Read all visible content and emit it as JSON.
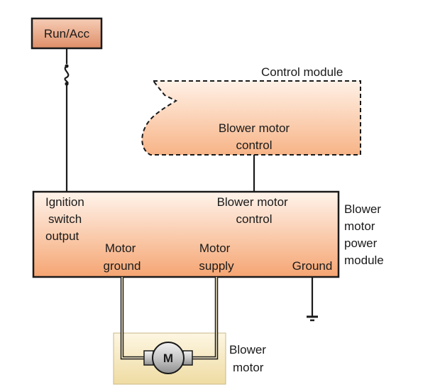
{
  "colors": {
    "box_gradient_light": "#fde6d8",
    "box_gradient_dark": "#f5a06a",
    "runacc_fill": "#e8a888",
    "outline": "#1a1a1a",
    "motor_box_light": "#fbf2d8",
    "motor_box_dark": "#f0e0a8",
    "motor_body": "#cfcfcf"
  },
  "supply": {
    "label": "Run/Acc"
  },
  "control_module": {
    "title": "Control module",
    "output_line1": "Blower motor",
    "output_line2": "control"
  },
  "power_module": {
    "name_lines": [
      "Blower",
      "motor",
      "power",
      "module"
    ],
    "ignition_lines": [
      "Ignition",
      "switch",
      "output"
    ],
    "control_lines": [
      "Blower motor",
      "control"
    ],
    "motor_ground_lines": [
      "Motor",
      "ground"
    ],
    "motor_supply_lines": [
      "Motor",
      "supply"
    ],
    "ground_label": "Ground"
  },
  "motor": {
    "symbol": "M",
    "name_lines": [
      "Blower",
      "motor"
    ]
  }
}
